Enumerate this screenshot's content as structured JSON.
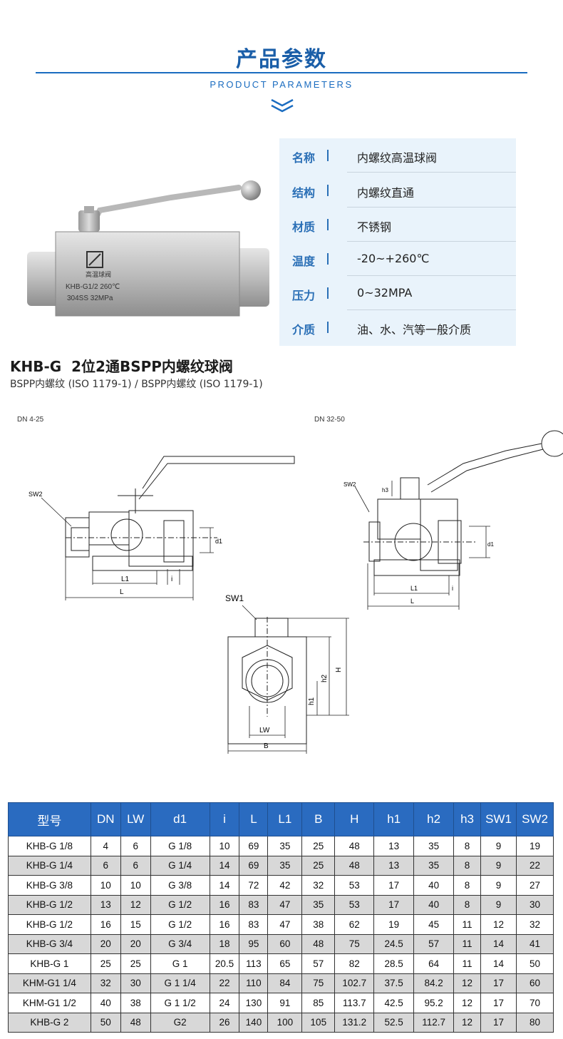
{
  "header": {
    "title_cn": "产品参数",
    "title_en": "PRODUCT PARAMETERS"
  },
  "photo": {
    "label_name": "高温球阀",
    "label_model": "KHB-G1/2 260℃",
    "label_spec": "304SS 32MPa"
  },
  "specs": [
    {
      "label": "名称",
      "value": "内螺纹高温球阀"
    },
    {
      "label": "结构",
      "value": "内螺纹直通"
    },
    {
      "label": "材质",
      "value": "不锈钢"
    },
    {
      "label": "温度",
      "value": "-20~+260℃"
    },
    {
      "label": "压力",
      "value": "0~32MPA"
    },
    {
      "label": "介质",
      "value": "油、水、汽等一般介质"
    }
  ],
  "product": {
    "title": "KHB-G  2位2通BSPP内螺纹球阀",
    "subtitle": "BSPP内螺纹 (ISO 1179-1) / BSPP内螺纹 (ISO 1179-1)"
  },
  "drawings": {
    "dn_small": "DN 4-25",
    "dn_large": "DN 32-50",
    "labels": {
      "sw1": "SW1",
      "sw2": "SW2",
      "l": "L",
      "l1": "L1",
      "i": "i",
      "d1": "d1",
      "h": "H",
      "h1": "h1",
      "h2": "h2",
      "h3": "h3",
      "lw": "LW",
      "b": "B"
    }
  },
  "table": {
    "headers": [
      "型号",
      "DN",
      "LW",
      "d1",
      "i",
      "L",
      "L1",
      "B",
      "H",
      "h1",
      "h2",
      "h3",
      "SW1",
      "SW2"
    ],
    "rows": [
      [
        "KHB-G 1/8",
        "4",
        "6",
        "G 1/8",
        "10",
        "69",
        "35",
        "25",
        "48",
        "13",
        "35",
        "8",
        "9",
        "19"
      ],
      [
        "KHB-G 1/4",
        "6",
        "6",
        "G 1/4",
        "14",
        "69",
        "35",
        "25",
        "48",
        "13",
        "35",
        "8",
        "9",
        "22"
      ],
      [
        "KHB-G 3/8",
        "10",
        "10",
        "G 3/8",
        "14",
        "72",
        "42",
        "32",
        "53",
        "17",
        "40",
        "8",
        "9",
        "27"
      ],
      [
        "KHB-G 1/2",
        "13",
        "12",
        "G 1/2",
        "16",
        "83",
        "47",
        "35",
        "53",
        "17",
        "40",
        "8",
        "9",
        "30"
      ],
      [
        "KHB-G 1/2",
        "16",
        "15",
        "G 1/2",
        "16",
        "83",
        "47",
        "38",
        "62",
        "19",
        "45",
        "11",
        "12",
        "32"
      ],
      [
        "KHB-G 3/4",
        "20",
        "20",
        "G 3/4",
        "18",
        "95",
        "60",
        "48",
        "75",
        "24.5",
        "57",
        "11",
        "14",
        "41"
      ],
      [
        "KHB-G 1",
        "25",
        "25",
        "G 1",
        "20.5",
        "113",
        "65",
        "57",
        "82",
        "28.5",
        "64",
        "11",
        "14",
        "50"
      ],
      [
        "KHM-G1 1/4",
        "32",
        "30",
        "G 1 1/4",
        "22",
        "110",
        "84",
        "75",
        "102.7",
        "37.5",
        "84.2",
        "12",
        "17",
        "60"
      ],
      [
        "KHM-G1 1/2",
        "40",
        "38",
        "G 1 1/2",
        "24",
        "130",
        "91",
        "85",
        "113.7",
        "42.5",
        "95.2",
        "12",
        "17",
        "70"
      ],
      [
        "KHB-G 2",
        "50",
        "48",
        "G2",
        "26",
        "140",
        "100",
        "105",
        "131.2",
        "52.5",
        "112.7",
        "12",
        "17",
        "80"
      ]
    ]
  }
}
